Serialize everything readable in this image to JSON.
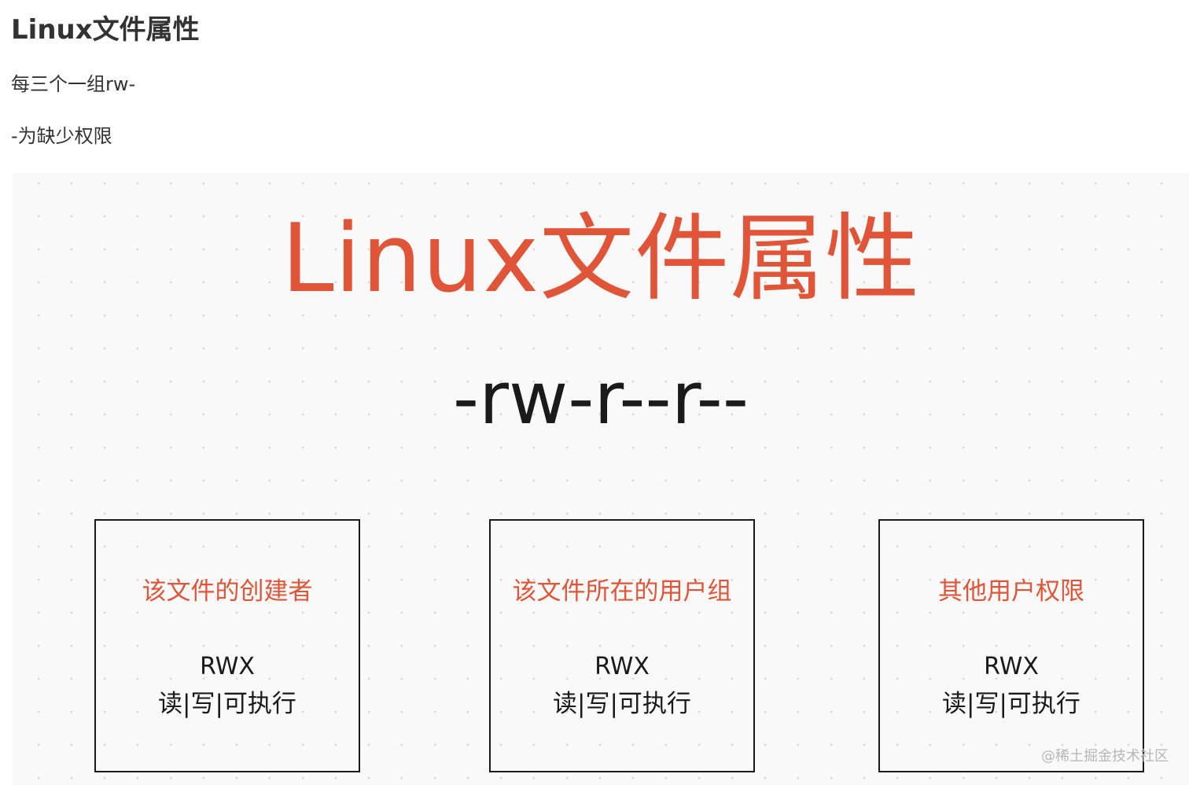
{
  "document": {
    "title": "Linux文件属性",
    "paragraphs": [
      "每三个一组rw-",
      "-为缺少权限"
    ]
  },
  "figure": {
    "title": "Linux文件属性",
    "permission_string": "-rw-r--r--",
    "boxes": [
      {
        "heading": "该文件的创建者",
        "code": "RWX",
        "description": "读|写|可执行"
      },
      {
        "heading": "该文件所在的用户组",
        "code": "RWX",
        "description": "读|写|可执行"
      },
      {
        "heading": "其他用户权限",
        "code": "RWX",
        "description": "读|写|可执行"
      }
    ],
    "watermark": "@稀土掘金技术社区"
  },
  "colors": {
    "accent": "#e05538",
    "text": "#333333",
    "ink": "#1a1a1a",
    "canvas": "#f9f9f9"
  }
}
